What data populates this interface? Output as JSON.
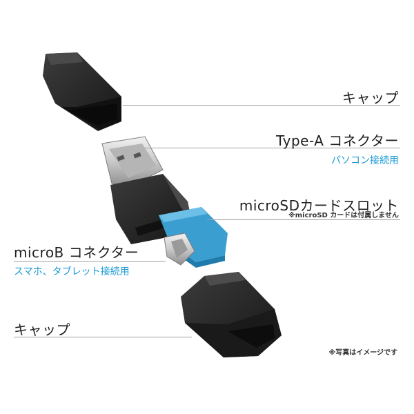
{
  "labels": {
    "cap_top": "キャップ",
    "type_a": "Type-A コネクター",
    "type_a_sub": "パソコン接続用",
    "microsd": "microSDカードスロット",
    "microsd_note": "※microSD カードは付属しません",
    "microb": "microB コネクター",
    "microb_sub": "スマホ、タブレット接続用",
    "cap_bottom": "キャップ",
    "photo_note": "※写真はイメージです"
  },
  "colors": {
    "body": "#2b2b2b",
    "card": "#3a9fd0",
    "accent": "#1a9ad6"
  }
}
